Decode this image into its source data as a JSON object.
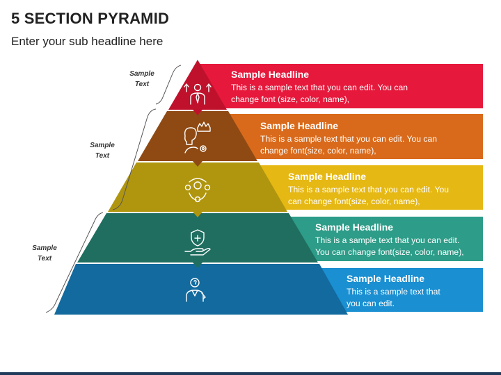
{
  "header": {
    "title": "5 SECTION PYRAMID",
    "subtitle": "Enter your sub headline here"
  },
  "colors": {
    "level1": "#e6193c",
    "level2": "#d96a1b",
    "level3": "#e6b814",
    "level4": "#2d9c88",
    "level5": "#1a8fd1"
  },
  "levels": [
    {
      "headline": "Sample Headline",
      "body_line1": "This is a sample text that you can edit. You can",
      "body_line2": "change font (size, color, name),",
      "icon": "businessman-growth-icon"
    },
    {
      "headline": "Sample Headline",
      "body_line1": "This is a sample text that you can edit. You can",
      "body_line2": "change font(size, color, name),",
      "icon": "leader-crown-gear-icon"
    },
    {
      "headline": "Sample Headline",
      "body_line1": "This is a sample text that you can edit. You",
      "body_line2": "can change font(size, color, name),",
      "icon": "social-network-cycle-icon"
    },
    {
      "headline": "Sample Headline",
      "body_line1": "This is a sample text that you can edit.",
      "body_line2": "You can change font(size, color, name),",
      "icon": "hand-shield-health-icon"
    },
    {
      "headline": "Sample Headline",
      "body_line1": "This is a sample text that",
      "body_line2": "you can edit.",
      "icon": "person-idea-icon"
    }
  ],
  "side_labels": [
    {
      "line1": "Sample",
      "line2": "Text"
    },
    {
      "line1": "Sample",
      "line2": "Text"
    },
    {
      "line1": "Sample",
      "line2": "Text"
    }
  ]
}
